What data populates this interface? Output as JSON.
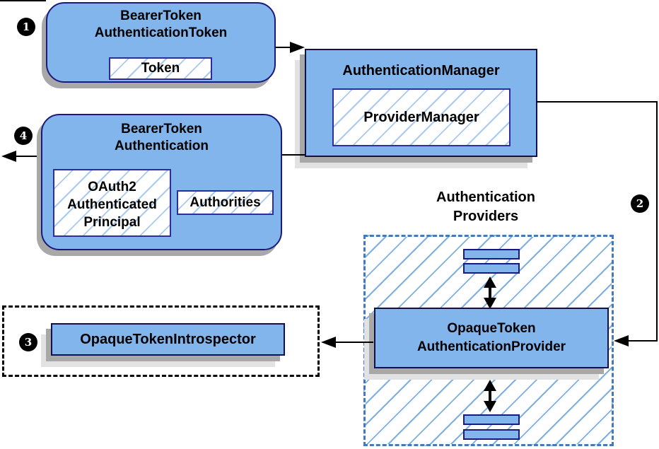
{
  "diagram": {
    "step_badges": {
      "step1": "1",
      "step2": "2",
      "step3": "3",
      "step4": "4"
    },
    "bearer_token_authentication_token": {
      "line1": "BearerToken",
      "line2": "AuthenticationToken",
      "token_label": "Token"
    },
    "authentication_manager": {
      "title": "AuthenticationManager",
      "provider_manager_label": "ProviderManager"
    },
    "bearer_token_authentication": {
      "line1": "BearerToken",
      "line2": "Authentication",
      "principal_line1": "OAuth2",
      "principal_line2": "Authenticated",
      "principal_line3": "Principal",
      "authorities_label": "Authorities"
    },
    "authentication_providers": {
      "line1": "Authentication",
      "line2": "Providers"
    },
    "opaque_token_authentication_provider": {
      "line1": "OpaqueToken",
      "line2": "AuthenticationProvider"
    },
    "opaque_token_introspector": {
      "label": "OpaqueTokenIntrospector"
    }
  },
  "colors": {
    "box_fill": "#82b5ec",
    "box_border_dark": "#10104d",
    "rounded_border": "#1a1a7e",
    "inner_border": "#2d2d9e",
    "hatch_line": "#a9c9f0",
    "big_hatch_line": "#7fb0e2",
    "dashed_blue_border": "#4579bb",
    "shadow_dark": "#a8a8a8",
    "shadow_light": "#e2e2e2",
    "arrow_black": "#000000"
  }
}
